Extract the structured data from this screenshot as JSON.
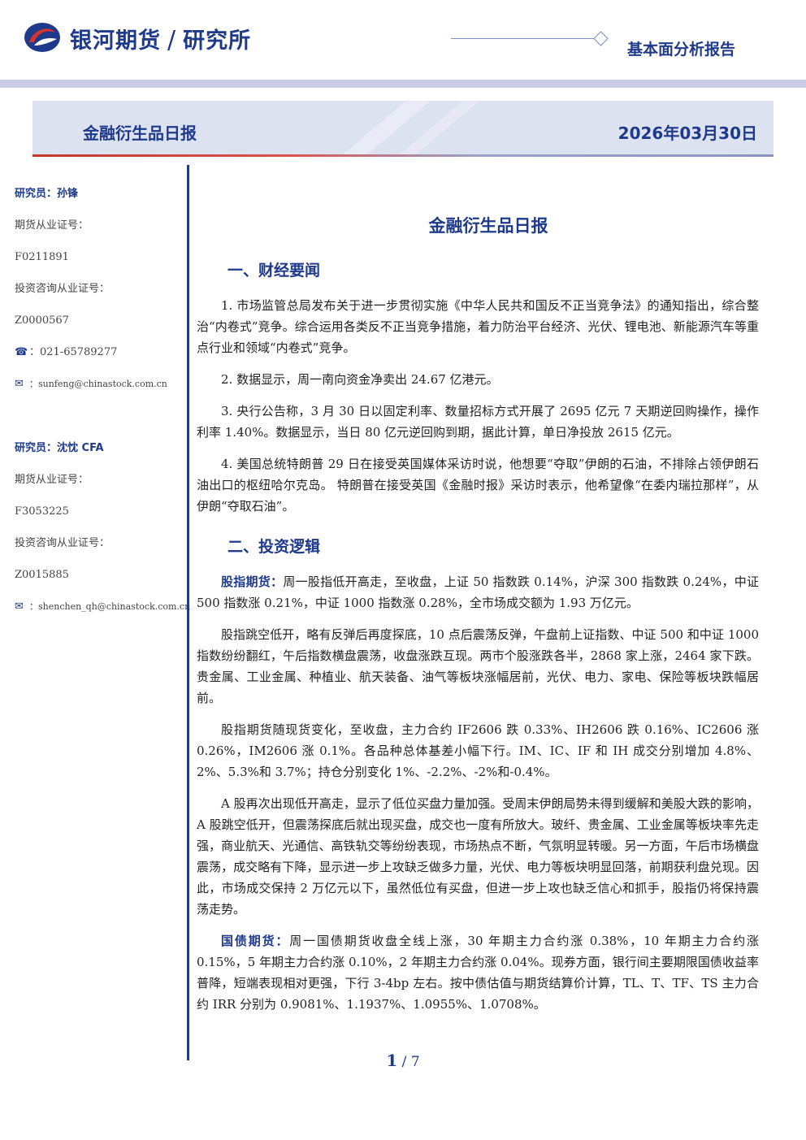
{
  "header": {
    "brand": "银河期货",
    "divider": "/",
    "institute": "研究所",
    "report_type": "基本面分析报告"
  },
  "banner": {
    "title": "金融衍生品日报",
    "date": "2026年03月30日"
  },
  "sidebar": {
    "researchers": [
      {
        "name": "研究员：孙锋",
        "futures_cert_label": "期货从业证号：",
        "futures_cert": "F0211891",
        "consult_cert_label": "投资咨询从业证号：",
        "consult_cert": "Z0000567",
        "phone_icon": "phone-icon",
        "phone": "：021-65789277",
        "email_icon": "mail-icon",
        "email": "：sunfeng@chinastock.com.cn"
      },
      {
        "name": "研究员：沈忱 CFA",
        "futures_cert_label": "期货从业证号：",
        "futures_cert": "F3053225",
        "consult_cert_label": "投资咨询从业证号：",
        "consult_cert": "Z0015885",
        "email_icon": "mail-icon",
        "email": "：shenchen_qh@chinastock.com.cn"
      }
    ]
  },
  "main": {
    "doc_title": "金融衍生品日报",
    "sections": [
      {
        "heading": "一、财经要闻",
        "paragraphs": [
          "1. 市场监管总局发布关于进一步贯彻实施《中华人民共和国反不正当竞争法》的通知指出，综合整治“内卷式”竞争。综合运用各类反不正当竞争措施，着力防治平台经济、光伏、锂电池、新能源汽车等重点行业和领域“内卷式”竞争。",
          "2. 数据显示，周一南向资金净卖出 24.67 亿港元。",
          "3. 央行公告称，3 月 30 日以固定利率、数量招标方式开展了 2695 亿元 7 天期逆回购操作，操作利率 1.40%。数据显示，当日 80 亿元逆回购到期，据此计算，单日净投放 2615 亿元。",
          "4. 美国总统特朗普 29 日在接受英国媒体采访时说，他想要“夺取”伊朗的石油，不排除占领伊朗石油出口的枢纽哈尔克岛。 特朗普在接受英国《金融时报》采访时表示，他希望像“在委内瑞拉那样”，从伊朗“夺取石油”。"
        ]
      },
      {
        "heading": "二、投资逻辑",
        "paragraphs": [
          {
            "lead": "股指期货：",
            "text": "周一股指低开高走，至收盘，上证 50 指数跌 0.14%，沪深 300 指数跌 0.24%，中证 500 指数涨 0.21%，中证 1000 指数涨 0.28%，全市场成交额为 1.93 万亿元。"
          },
          {
            "lead": "",
            "text": "股指跳空低开，略有反弹后再度探底，10 点后震荡反弹，午盘前上证指数、中证 500 和中证 1000 指数纷纷翻红，午后指数横盘震荡，收盘涨跌互现。两市个股涨跌各半，2868 家上涨，2464 家下跌。贵金属、工业金属、种植业、航天装备、油气等板块涨幅居前，光伏、电力、家电、保险等板块跌幅居前。"
          },
          {
            "lead": "",
            "text": "股指期货随现货变化，至收盘，主力合约 IF2606 跌 0.33%、IH2606 跌 0.16%、IC2606 涨 0.26%，IM2606 涨 0.1%。各品种总体基差小幅下行。IM、IC、IF 和 IH 成交分别增加 4.8%、2%、5.3%和 3.7%；持仓分别变化 1%、-2.2%、-2%和-0.4%。"
          },
          {
            "lead": "",
            "text": "A 股再次出现低开高走，显示了低位买盘力量加强。受周末伊朗局势未得到缓解和美股大跌的影响，A 股跳空低开，但震荡探底后就出现买盘，成交也一度有所放大。玻纤、贵金属、工业金属等板块率先走强，商业航天、光通信、高铁轨交等纷纷表现，市场热点不断，气氛明显转暖。另一方面，午后市场横盘震荡，成交略有下降，显示进一步上攻缺乏做多力量，光伏、电力等板块明显回落，前期获利盘兑现。因此，市场成交保持 2 万亿元以下，虽然低位有买盘，但进一步上攻也缺乏信心和抓手，股指仍将保持震荡走势。"
          },
          {
            "lead": "国债期货：",
            "text": "周一国债期货收盘全线上涨，30 年期主力合约涨 0.38%，10 年期主力合约涨 0.15%，5 年期主力合约涨 0.10%，2 年期主力合约涨 0.04%。现券方面，银行间主要期限国债收益率普降，短端表现相对更强，下行 3-4bp 左右。按中债估值与期货结算价计算，TL、T、TF、TS 主力合约 IRR 分别为 0.9081%、1.1937%、1.0955%、1.0708%。"
          }
        ]
      }
    ]
  },
  "footer": {
    "page_current": "1",
    "page_sep": " / ",
    "page_total": "7"
  },
  "colors": {
    "brand_blue": "#1f3a8a",
    "brand_red": "#c0392b",
    "banner_bg": "#dde2f0"
  }
}
